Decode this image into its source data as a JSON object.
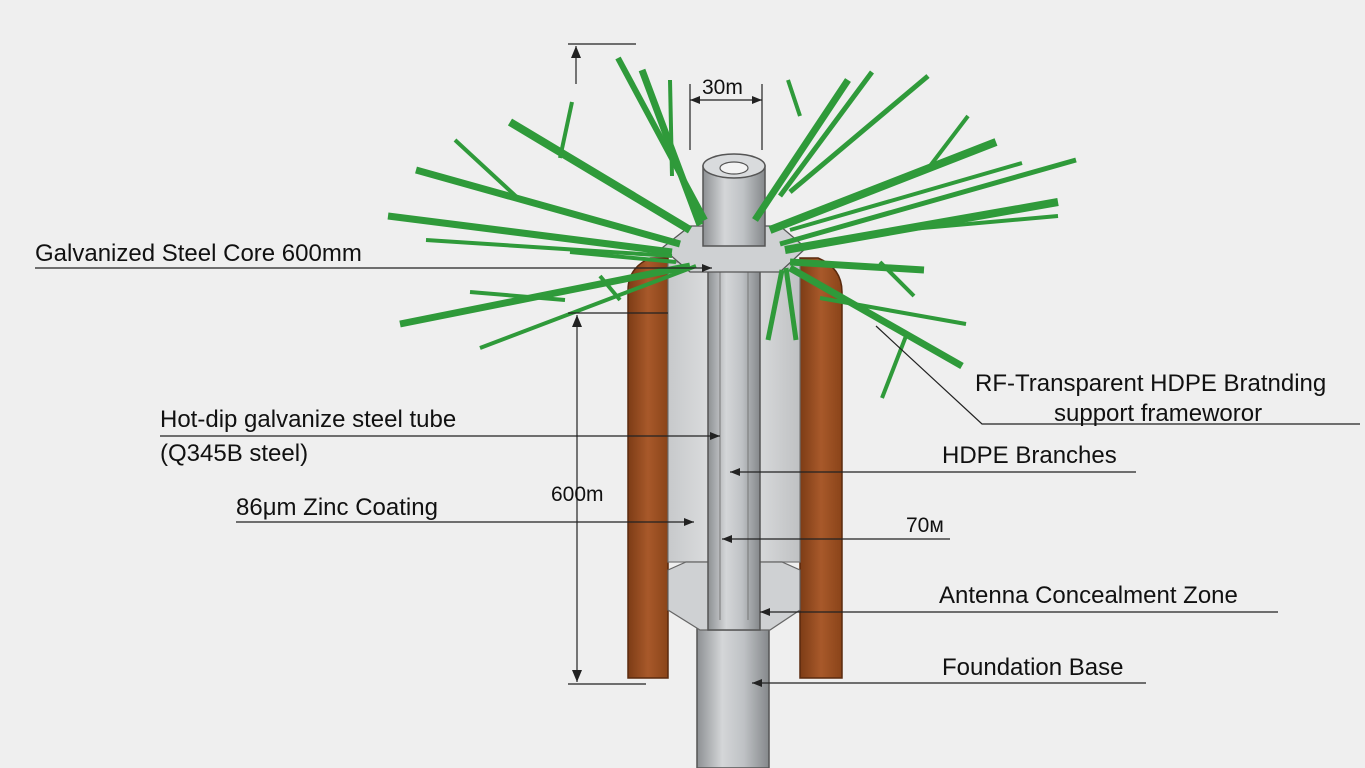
{
  "labels": {
    "core": "Galvanized Steel Core 600mm",
    "tube_line1": "Hot-dip galvanize steel tube",
    "tube_line2": "(Q345B steel)",
    "zinc": "86μm Zinc Coating",
    "rf_line1": "RF-Transparent HDPE Bratnding",
    "rf_line2": "support frameworor",
    "branches": "HDPE Branches",
    "antenna_zone": "Antenna Concealment Zone",
    "foundation": "Foundation Base"
  },
  "dimensions": {
    "top_width": "30m",
    "height": "600m",
    "inner": "70м"
  },
  "colors": {
    "branch_green": "#2f9a3a",
    "bark_brown": "#9c4f1f",
    "steel_gray": "#b9bcbf"
  }
}
